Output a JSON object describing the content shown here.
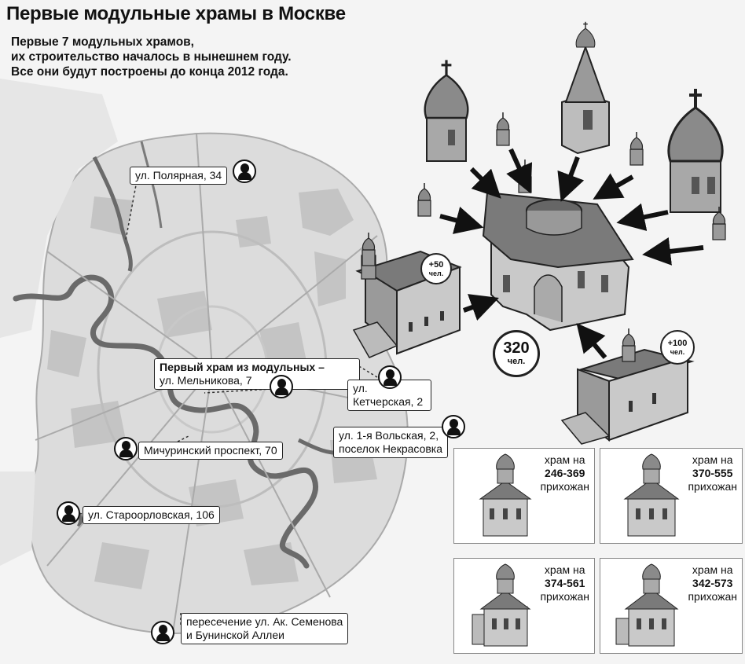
{
  "header": {
    "title": "Первые модульные храмы в Москве",
    "subtitle_lines": [
      "Первые 7 модульных храмов,",
      "их строительство началось в нынешнем году.",
      "Все они будут построены до конца 2012 года."
    ]
  },
  "locations": {
    "polyarnaya": "ул. Полярная, 34",
    "melnikova_title": "Первый храм из модульных –",
    "melnikova": "ул. Мельникова, 7",
    "ketcherskaya_1": "ул.",
    "ketcherskaya_2": "Кетчерская, 2",
    "volskaya_1": "ул. 1-я Вольская, 2,",
    "volskaya_2": "поселок Некрасовка",
    "michurinsky": "Мичуринский проспект, 70",
    "staroorlovskaya": "ул. Староорловская, 106",
    "semenova_1": "пересечение ул. Ак. Семенова",
    "semenova_2": "и Бунинской Аллеи"
  },
  "assembly": {
    "capacity_num": "320",
    "capacity_unit": "чел.",
    "add_small_num": "+50",
    "add_small_unit": "чел.",
    "add_large_num": "+100",
    "add_large_unit": "чел."
  },
  "variants": [
    {
      "label": "храм на",
      "range": "246-369",
      "unit": "прихожан"
    },
    {
      "label": "храм на",
      "range": "370-555",
      "unit": "прихожан"
    },
    {
      "label": "храм на",
      "range": "374-561",
      "unit": "прихожан"
    },
    {
      "label": "храм на",
      "range": "342-573",
      "unit": "прихожан"
    }
  ],
  "colors": {
    "map_fill": "#d8d8d8",
    "river": "#6a6a6a",
    "roof": "#7a7a7a",
    "wall": "#c9c9c9",
    "dark": "#4a4a4a"
  }
}
